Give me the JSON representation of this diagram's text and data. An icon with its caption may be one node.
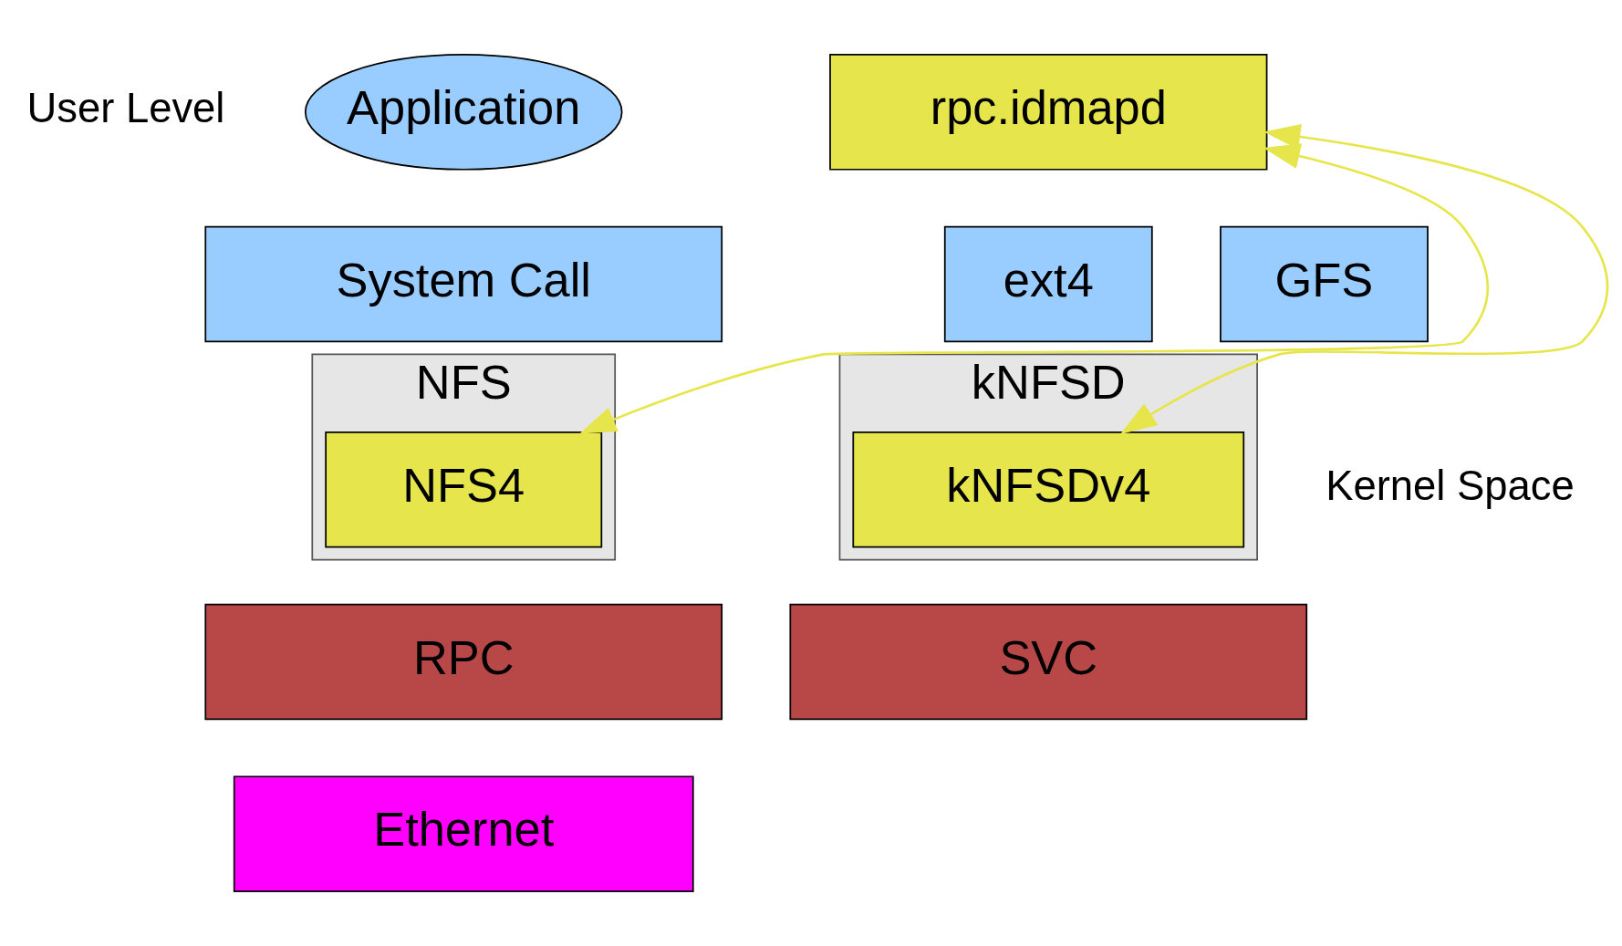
{
  "diagram": {
    "nodes": [
      {
        "text": [
          "Application"
        ]
      },
      {
        "text": [
          "rpc.idmapd"
        ]
      },
      {
        "text": [
          "System Call"
        ]
      },
      {
        "text": [
          "NFS"
        ]
      },
      {
        "text": [
          "NFS4"
        ],
        "in": 3
      },
      {
        "text": [
          "RPC"
        ]
      },
      {
        "text": [
          "ext4"
        ]
      },
      {
        "text": [
          "GFS"
        ]
      },
      {
        "text": [
          "kNFSD"
        ]
      },
      {
        "text": [
          "kNFSDv4"
        ],
        "in": 8
      },
      {
        "text": [
          "SVC"
        ]
      },
      {
        "text": [
          "Ethernet"
        ]
      }
    ],
    "edges": [
      {
        "from": 1,
        "to": 4,
        "arrow": "both"
      },
      {
        "from": 1,
        "to": 9,
        "arrow": "both"
      }
    ],
    "labels": [
      "User Level",
      "Kernel Space"
    ]
  }
}
